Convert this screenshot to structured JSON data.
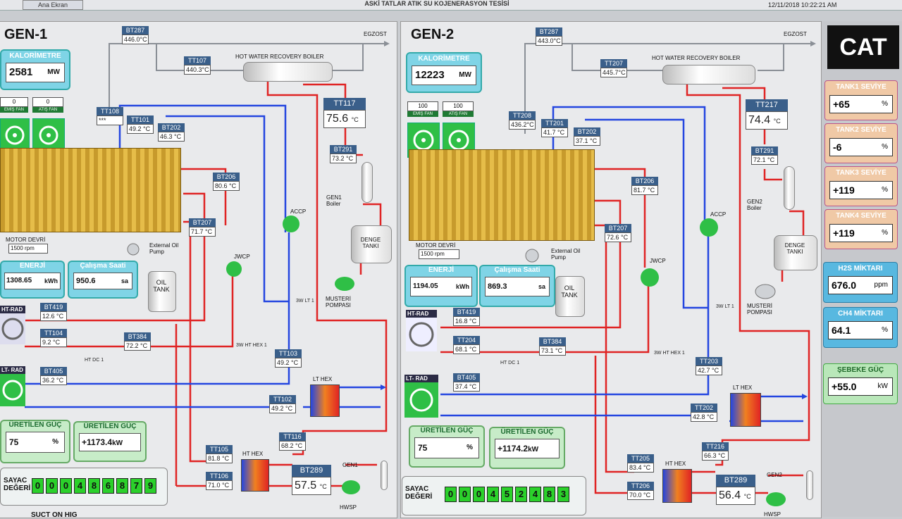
{
  "window": {
    "home_tab": "Ana Ekran",
    "title": "ASKİ TATLAR ATIK SU KOJENERASYON TESİSİ",
    "datetime": "12/11/2018 10:22:21 AM"
  },
  "labels": {
    "egzost": "EGZOST",
    "boiler": "HOT WATER RECOVERY BOILER",
    "motor_devri": "MOTOR DEVRİ",
    "external_oil_pump": "External Oil Pump",
    "oil_tank": "OIL TANK",
    "jwcp": "JWCP",
    "accp": "ACCP",
    "denge_tanki": "DENGE TANKI",
    "musteri_pompasi": "MUSTERİ POMPASI",
    "ht_rad": "HT-RAD",
    "lt_rad": "LT- RAD",
    "lt_hex": "LT HEX",
    "ht_hex": "HT HEX",
    "hwsp": "HWSP",
    "sayac": "SAYAC DEĞERİ",
    "kalorimetre": "KALORİMETRE",
    "enerji": "ENERJİ",
    "calisma": "Çalışma Saati",
    "uretilen_guc": "ÜRETİLEN GÜÇ",
    "ht_dc": "HT DC 1",
    "ht_hex1": "3W HT HEX 1",
    "lt1": "3W LT 1",
    "emis_fan": "EMİŞ FAN",
    "atis_fan": "ATIŞ FAN",
    "bottom_text": "SUCT ON HIG"
  },
  "gen1": {
    "title": "GEN-1",
    "kalorimetre": "2581",
    "kalorimetre_unit": "MW",
    "emis_fan": "0",
    "atis_fan": "0",
    "motor_rpm": "1500 rpm",
    "enerji": "1308.65",
    "enerji_unit": "kWh",
    "calisma": "950.6",
    "calisma_unit": "sa",
    "guc1": "75",
    "guc1_unit": "%",
    "guc2": "+1173.4",
    "guc2_unit": "kW",
    "boiler_name": "GEN1 Boiler",
    "gen_label": "GEN1",
    "sayac_digits": [
      "0",
      "0",
      "0",
      "4",
      "8",
      "6",
      "8",
      "7",
      "9"
    ],
    "tags": {
      "BT287": {
        "t": "BT287",
        "v": "446.0°C"
      },
      "TT107": {
        "t": "TT107",
        "v": "440.3°C"
      },
      "TT108": {
        "t": "TT108",
        "v": "***"
      },
      "TT101": {
        "t": "TT101",
        "v": "49.2 °C"
      },
      "BT202": {
        "t": "BT202",
        "v": "46.3 °C"
      },
      "BT206": {
        "t": "BT206",
        "v": "80.6 °C"
      },
      "BT207": {
        "t": "BT207",
        "v": "71.7 °C"
      },
      "BT291": {
        "t": "BT291",
        "v": "73.2 °C"
      },
      "BT419": {
        "t": "BT419",
        "v": "12.6 °C"
      },
      "TT104": {
        "t": "TT104",
        "v": "9.2 °C"
      },
      "BT384": {
        "t": "BT384",
        "v": "72.2 °C"
      },
      "BT405": {
        "t": "BT405",
        "v": "36.2 °C"
      },
      "TT103": {
        "t": "TT103",
        "v": "49.2 °C"
      },
      "TT102": {
        "t": "TT102",
        "v": "49.2 °C"
      },
      "TT116": {
        "t": "TT116",
        "v": "68.2 °C"
      },
      "TT105": {
        "t": "TT105",
        "v": "81.8 °C"
      },
      "TT106": {
        "t": "TT106",
        "v": "71.0 °C"
      }
    },
    "tt117": {
      "t": "TT117",
      "v": "75.6",
      "u": "°C"
    },
    "bt289": {
      "t": "BT289",
      "v": "57.5",
      "u": "°C"
    }
  },
  "gen2": {
    "title": "GEN-2",
    "kalorimetre": "12223",
    "kalorimetre_unit": "MW",
    "emis_fan": "100",
    "atis_fan": "100",
    "motor_rpm": "1500 rpm",
    "enerji": "1194.05",
    "enerji_unit": "kWh",
    "calisma": "869.3",
    "calisma_unit": "sa",
    "guc1": "75",
    "guc1_unit": "%",
    "guc2": "+1174.2",
    "guc2_unit": "kW",
    "boiler_name": "GEN2 Boiler",
    "gen_label": "GEN2",
    "sayac_digits": [
      "0",
      "0",
      "0",
      "4",
      "5",
      "2",
      "4",
      "8",
      "3"
    ],
    "tags": {
      "BT287": {
        "t": "BT287",
        "v": "443.0°C"
      },
      "TT207": {
        "t": "TT207",
        "v": "445.7°C"
      },
      "TT208": {
        "t": "TT208",
        "v": "436.2°C"
      },
      "TT201": {
        "t": "TT201",
        "v": "41.7 °C"
      },
      "BT202": {
        "t": "BT202",
        "v": "37.1 °C"
      },
      "BT206": {
        "t": "BT206",
        "v": "81.7 °C"
      },
      "BT207": {
        "t": "BT207",
        "v": "72.6 °C"
      },
      "BT291": {
        "t": "BT291",
        "v": "72.1 °C"
      },
      "BT419": {
        "t": "BT419",
        "v": "16.8 °C"
      },
      "TT204": {
        "t": "TT204",
        "v": "68.1 °C"
      },
      "BT384": {
        "t": "BT384",
        "v": "73.1 °C"
      },
      "BT405": {
        "t": "BT405",
        "v": "37.4 °C"
      },
      "TT203": {
        "t": "TT203",
        "v": "42.7 °C"
      },
      "TT202": {
        "t": "TT202",
        "v": "42.8 °C"
      },
      "TT216": {
        "t": "TT216",
        "v": "66.3 °C"
      },
      "TT205": {
        "t": "TT205",
        "v": "83.4 °C"
      },
      "TT206": {
        "t": "TT206",
        "v": "70.0 °C"
      }
    },
    "tt217": {
      "t": "TT217",
      "v": "74.4",
      "u": "°C"
    },
    "bt289": {
      "t": "BT289",
      "v": "56.4",
      "u": "°C"
    }
  },
  "sidebar": {
    "logo": "CAT",
    "tanks": [
      {
        "name": "TANK1 SEVİYE",
        "value": "+65",
        "unit": "%"
      },
      {
        "name": "TANK2 SEVİYE",
        "value": "-6",
        "unit": "%"
      },
      {
        "name": "TANK3 SEVİYE",
        "value": "+119",
        "unit": "%"
      },
      {
        "name": "TANK4 SEVİYE",
        "value": "+119",
        "unit": "%"
      }
    ],
    "h2s": {
      "name": "H2S MİKTARI",
      "value": "676.0",
      "unit": "ppm"
    },
    "ch4": {
      "name": "CH4 MİKTARI",
      "value": "64.1",
      "unit": "%"
    },
    "sebeke": {
      "name": "ŞEBEKE GÜÇ",
      "value": "+55.0",
      "unit": "kW"
    }
  },
  "colors": {
    "hot_line": "#e02424",
    "cold_line": "#2446e0",
    "exhaust_line": "#8a8f96",
    "accent_cyan": "#7fd4e6",
    "accent_green": "#2fbf46"
  }
}
